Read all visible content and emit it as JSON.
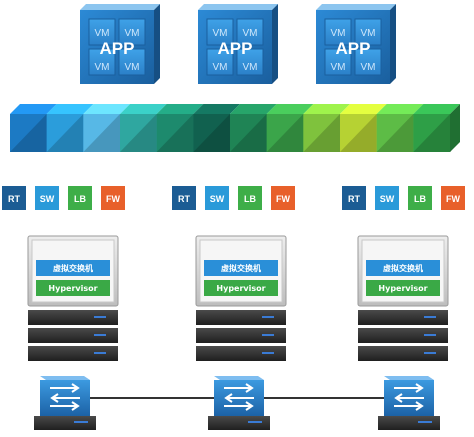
{
  "app_groups": [
    {
      "app_label": "APP",
      "vm_labels": [
        "VM",
        "VM",
        "VM",
        "VM"
      ]
    },
    {
      "app_label": "APP",
      "vm_labels": [
        "VM",
        "VM",
        "VM",
        "VM"
      ]
    },
    {
      "app_label": "APP",
      "vm_labels": [
        "VM",
        "VM",
        "VM",
        "VM"
      ]
    }
  ],
  "network_services": [
    {
      "items": [
        "RT",
        "SW",
        "LB",
        "FW"
      ]
    },
    {
      "items": [
        "RT",
        "SW",
        "LB",
        "FW"
      ]
    },
    {
      "items": [
        "RT",
        "SW",
        "LB",
        "FW"
      ]
    }
  ],
  "service_colors": {
    "RT": "#1b5c94",
    "SW": "#2a9ad9",
    "LB": "#3eae48",
    "FW": "#e8602a"
  },
  "hosts": [
    {
      "vswitch_label": "虚拟交换机",
      "hypervisor_label": "Hypervisor"
    },
    {
      "vswitch_label": "虚拟交换机",
      "hypervisor_label": "Hypervisor"
    },
    {
      "vswitch_label": "虚拟交换机",
      "hypervisor_label": "Hypervisor"
    }
  ],
  "virtual_network_band_colors": [
    "#1c7ac4",
    "#2b9ddb",
    "#57b8e6",
    "#2fa7a0",
    "#1d8a6d",
    "#11614f",
    "#1f8455",
    "#3ba54a",
    "#7fc23d",
    "#b6d233",
    "#5dbc46",
    "#2e9f47"
  ]
}
